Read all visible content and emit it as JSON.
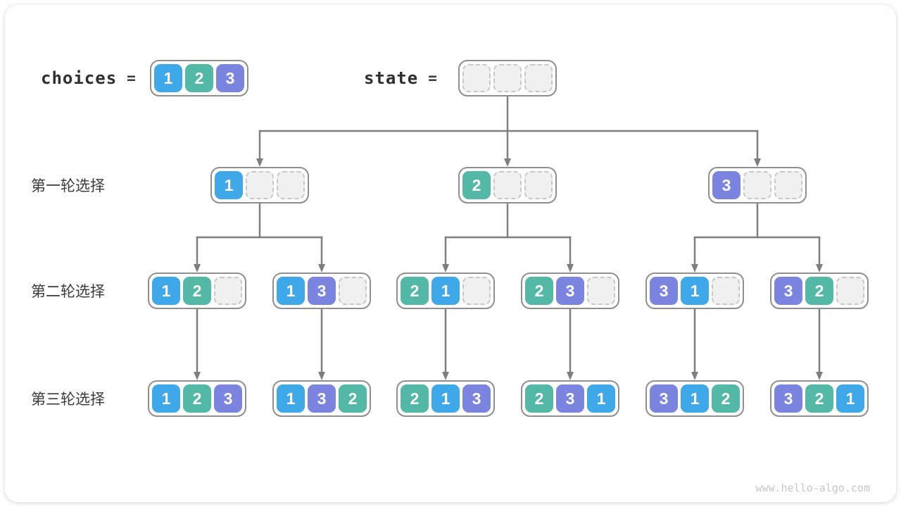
{
  "palette": {
    "1": "#3FA8E8",
    "2": "#53B9A6",
    "3": "#7B85DF",
    "empty_fill": "#F0F0F1",
    "empty_border": "#C7C8CA",
    "container_border": "#8F8F8F",
    "arrow": "#7E7E7E",
    "label_text": "#2F2F2F",
    "watermark_text": "#C5C6C8"
  },
  "header": {
    "choices_label": "choices",
    "equals": "=",
    "choices_values": [
      1,
      2,
      3
    ],
    "state_label": "state",
    "state_values": [
      null,
      null,
      null
    ]
  },
  "tree": {
    "rows": [
      {
        "label": "第一轮选择",
        "nodes": [
          [
            1,
            null,
            null
          ],
          [
            2,
            null,
            null
          ],
          [
            3,
            null,
            null
          ]
        ]
      },
      {
        "label": "第二轮选择",
        "nodes": [
          [
            1,
            2,
            null
          ],
          [
            1,
            3,
            null
          ],
          [
            2,
            1,
            null
          ],
          [
            2,
            3,
            null
          ],
          [
            3,
            1,
            null
          ],
          [
            3,
            2,
            null
          ]
        ]
      },
      {
        "label": "第三轮选择",
        "nodes": [
          [
            1,
            2,
            3
          ],
          [
            1,
            3,
            2
          ],
          [
            2,
            1,
            3
          ],
          [
            2,
            3,
            1
          ],
          [
            3,
            1,
            2
          ],
          [
            3,
            2,
            1
          ]
        ]
      }
    ]
  },
  "watermark": "www.hello-algo.com"
}
